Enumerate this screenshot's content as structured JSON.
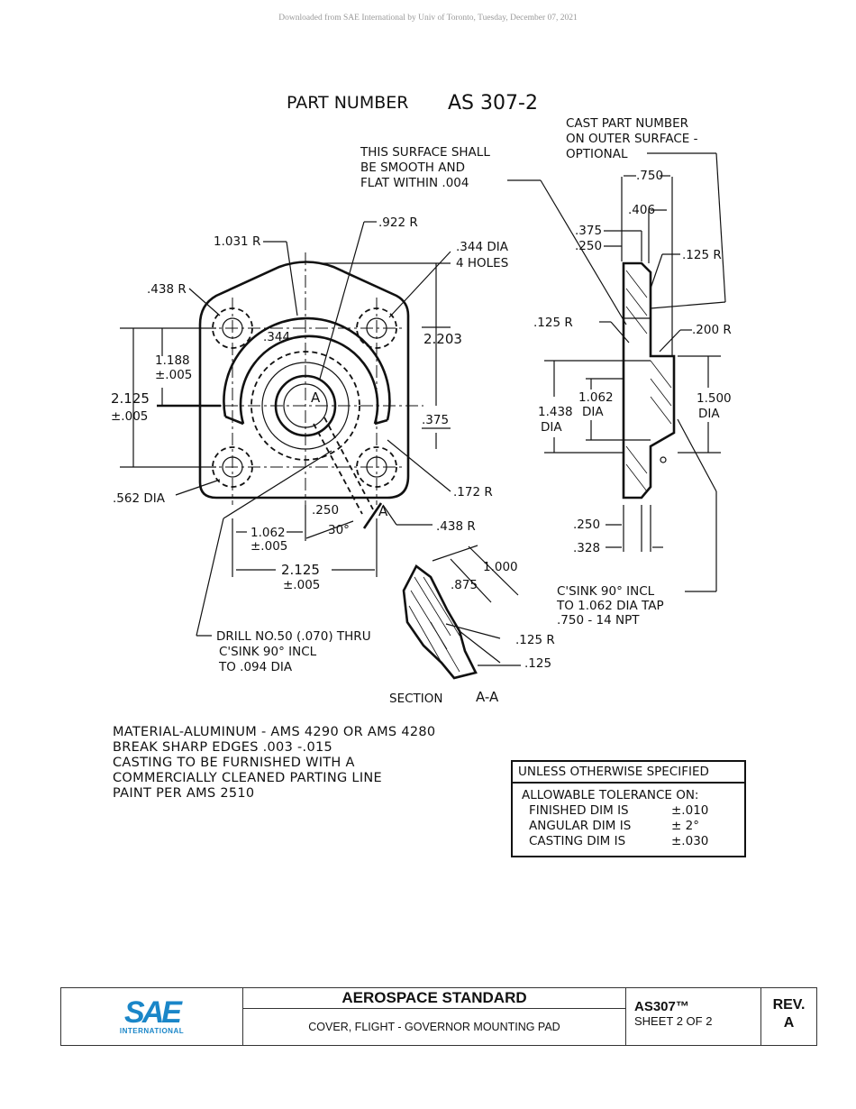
{
  "download_note": "Downloaded from SAE International by Univ of Toronto, Tuesday, December 07, 2021",
  "drawing": {
    "part_number_label": "PART NUMBER",
    "part_number": "AS 307-2",
    "cast_note": [
      "CAST PART NUMBER",
      "ON OUTER SURFACE -",
      "OPTIONAL"
    ],
    "surface_note": [
      "THIS SURFACE SHALL",
      "BE SMOOTH AND",
      "FLAT WITHIN .004"
    ],
    "dims": {
      "r922": ".922 R",
      "r1031": "1.031 R",
      "dia344": ".344 DIA",
      "holes": "4 HOLES",
      "r438a": ".438 R",
      "d344": ".344",
      "d2203": "2.203",
      "d1188": "1.188",
      "t005a": "±.005",
      "d2125v": "2.125",
      "t005b": "±.005",
      "d375": ".375",
      "dia562": ".562 DIA",
      "r172": ".172 R",
      "d250a": ".250",
      "ang30": "30°",
      "secA": "A",
      "secA2": "A",
      "r438b": ".438 R",
      "d1062": "1.062",
      "t005c": "±.005",
      "d2125h": "2.125",
      "t005d": "±.005",
      "d750": ".750",
      "d406": ".406",
      "d375b": ".375",
      "d250b": ".250",
      "r125a": ".125 R",
      "r125b": ".125 R",
      "r200": ".200 R",
      "d1438": "1.438",
      "dia1438": "DIA",
      "d1062b": "1.062",
      "dia1062": "DIA",
      "d1500": "1.500",
      "dia1500": "DIA",
      "d250c": ".250",
      "d328": ".328",
      "d1000": "1.000",
      "d875": ".875",
      "r125c": ".125 R",
      "d125": ".125"
    },
    "csink_note": [
      "C'SINK 90° INCL",
      "TO 1.062 DIA TAP",
      ".750 - 14 NPT"
    ],
    "drill_note": [
      "DRILL NO.50 (.070) THRU",
      "C'SINK 90° INCL",
      "TO .094 DIA"
    ],
    "section_label": "SECTION",
    "section_letter": "A-A"
  },
  "notes": [
    "MATERIAL-ALUMINUM - AMS 4290 OR AMS 4280",
    "BREAK SHARP EDGES .003 -.015",
    "CASTING TO BE FURNISHED WITH A",
    "COMMERCIALLY CLEANED PARTING LINE",
    "PAINT PER AMS 2510"
  ],
  "tolerance": {
    "header": "UNLESS OTHERWISE SPECIFIED",
    "title": "ALLOWABLE TOLERANCE ON:",
    "rows": [
      {
        "label": "FINISHED DIM IS",
        "value": "±.010"
      },
      {
        "label": "ANGULAR DIM IS",
        "value": "± 2°"
      },
      {
        "label": "CASTING DIM IS",
        "value": "±.030"
      }
    ]
  },
  "title_block": {
    "logo_text": "SAE",
    "logo_sub": "INTERNATIONAL",
    "standard_type": "AEROSPACE STANDARD",
    "title": "COVER, FLIGHT - GOVERNOR MOUNTING PAD",
    "doc_number": "AS307™",
    "sheet": "SHEET 2 OF 2",
    "rev_label": "REV.",
    "rev_value": "A"
  },
  "colors": {
    "brand": "#1a86c8"
  }
}
